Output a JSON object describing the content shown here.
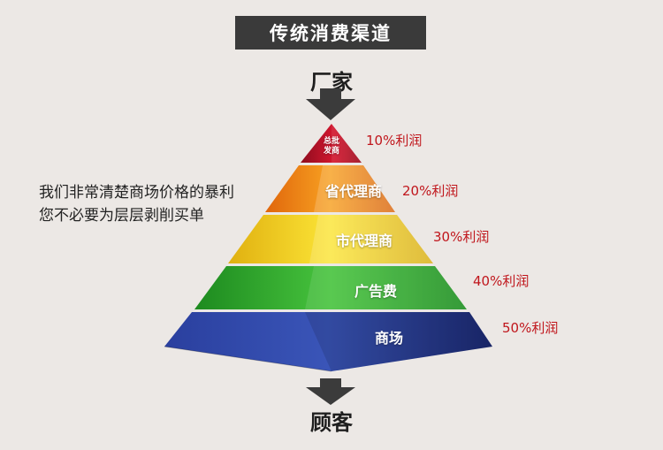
{
  "title": "传统消费渠道",
  "top_label": "厂家",
  "bottom_label": "顾客",
  "left_text": {
    "line1": "我们非常清楚商场价格的暴利",
    "line2": "您不必要为层层剥削买单"
  },
  "tiers": [
    {
      "label_line1": "总批",
      "label_line2": "发商",
      "profit": "10%利润",
      "color": "#c3132a"
    },
    {
      "label": "省代理商",
      "profit": "20%利润",
      "color": "#ef8216"
    },
    {
      "label": "市代理商",
      "profit": "30%利润",
      "color": "#f2d21a"
    },
    {
      "label": "广告费",
      "profit": "40%利润",
      "color": "#2fa92c"
    },
    {
      "label": "商场",
      "profit": "50%利润",
      "color": "#243a9a"
    }
  ]
}
